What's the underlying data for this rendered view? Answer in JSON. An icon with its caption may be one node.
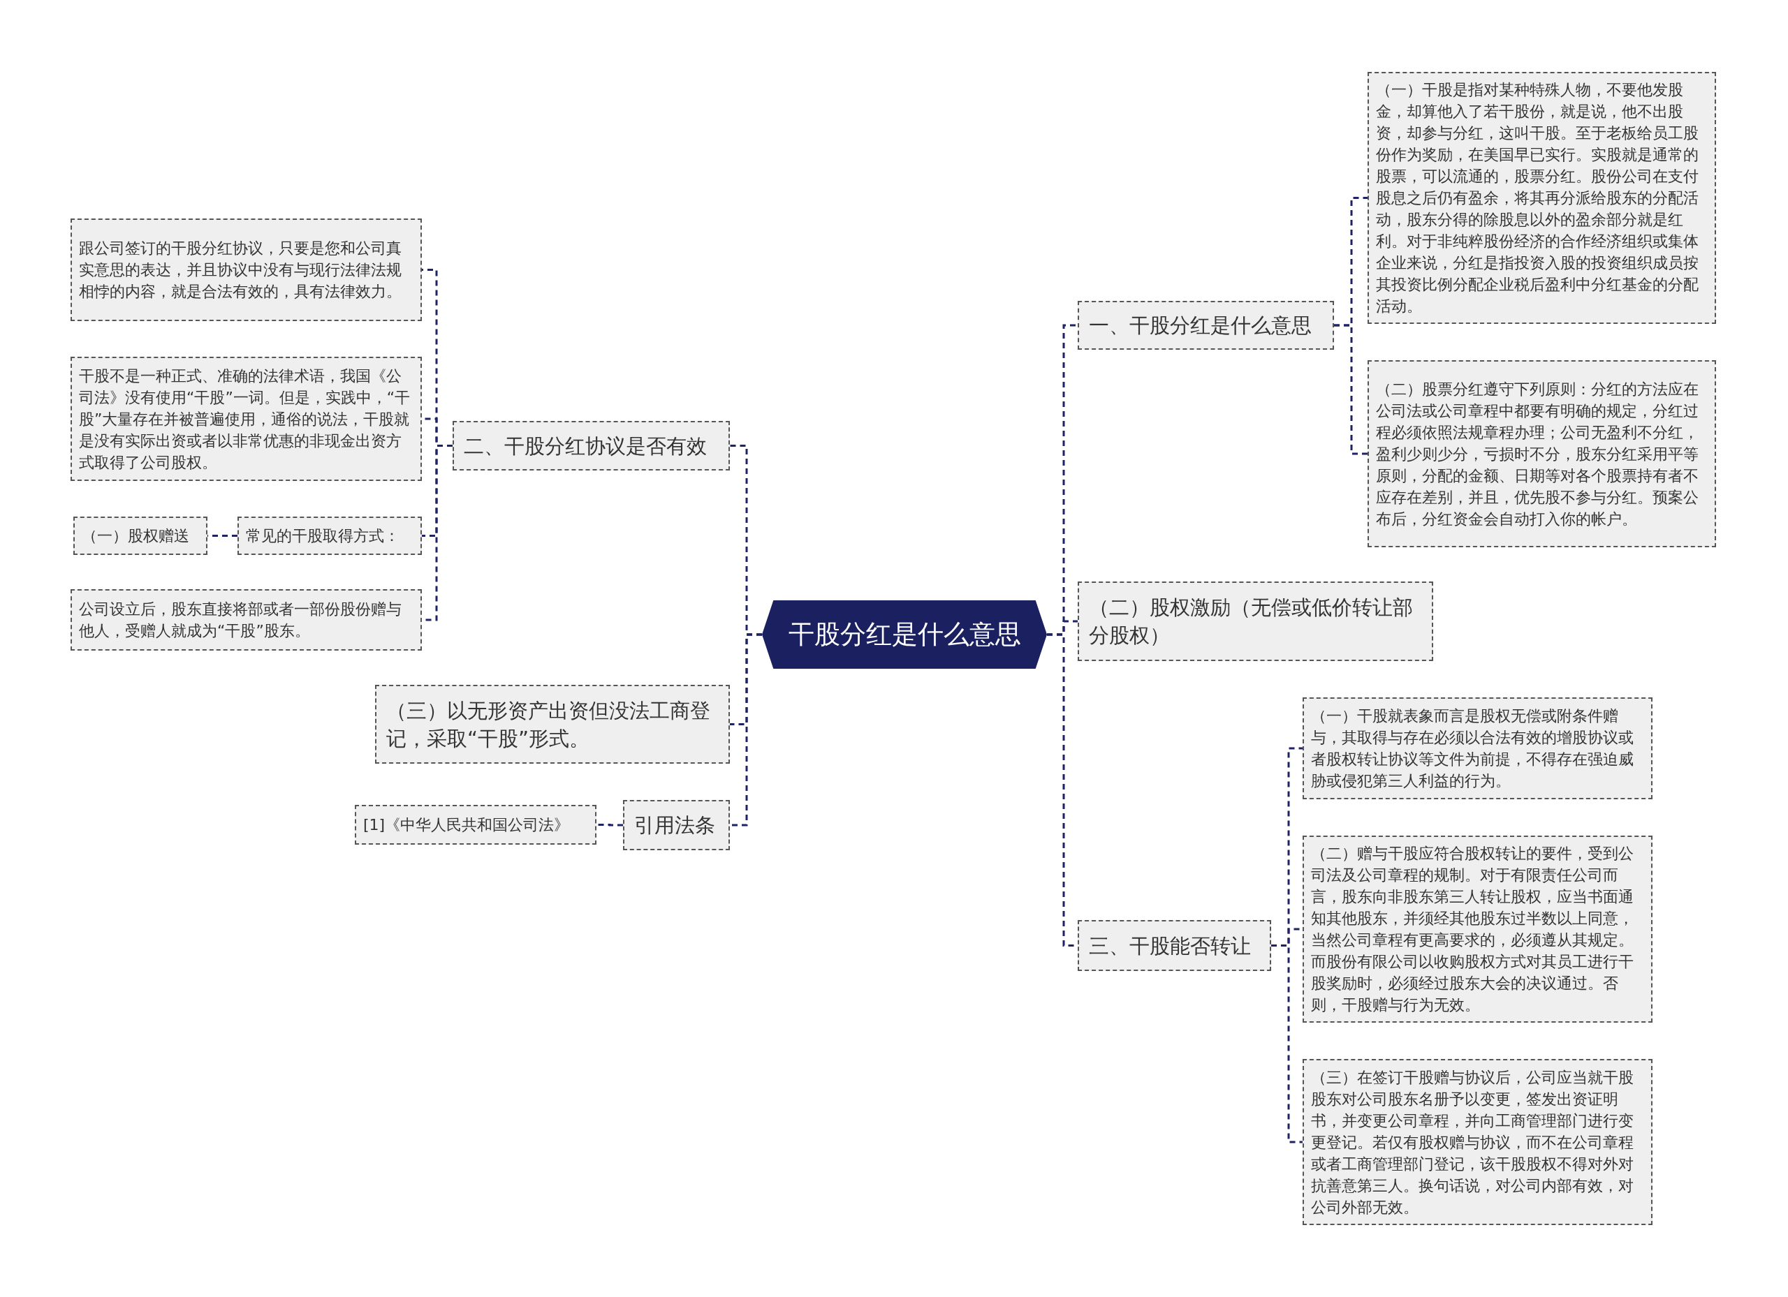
{
  "diagram": {
    "nodes": [
      {
        "text": [
          "干股分红是什么意思"
        ]
      },
      {
        "text": [
          "一、干股分红是什么意思"
        ]
      },
      {
        "text": [
          "（一）干股是指对某种特殊人物，不要他发股金，却算他入了若干股份，就是说，他不出股资，却参与分红，这叫干股。至于老板给员工股份作为奖励，在美国早已实行。实股就是通常的股票，可以流通的，股票分红。股份公司在支付股息之后仍有盈余，将其再分派给股东的分配活动，股东分得的除股息以外的盈余部分就是红利。对于非纯粹股份经济的合作经济组织或集体企业来说，分红是指投资入股的投资组织成员按其投资比例分配企业税后盈利中分红基金的分配活动。"
        ]
      },
      {
        "text": [
          "（二）股票分红遵守下列原则：分红的方法应在公司法或公司章程中都要有明确的规定，分红过程必须依照法规章程办理；公司无盈利不分红，盈利少则少分，亏损时不分，股东分红采用平等原则，分配的金额、日期等对各个股票持有者不应存在差别，并且，优先股不参与分红。预案公布后，分红资金会自动打入你的帐户。"
        ]
      },
      {
        "text": [
          "（二）股权激励（无偿或低价转让部分股权）"
        ]
      },
      {
        "text": [
          "三、干股能否转让"
        ]
      },
      {
        "text": [
          "（一）干股就表象而言是股权无偿或附条件赠与，其取得与存在必须以合法有效的增股协议或者股权转让协议等文件为前提，不得存在强迫威胁或侵犯第三人利益的行为。"
        ]
      },
      {
        "text": [
          "（二）赠与干股应符合股权转让的要件，受到公司法及公司章程的规制。对于有限责任公司而言，股东向非股东第三人转让股权，应当书面通知其他股东，并须经其他股东过半数以上同意，当然公司章程有更高要求的，必须遵从其规定。而股份有限公司以收购股权方式对其员工进行干股奖励时，必须经过股东大会的决议通过。否则，干股赠与行为无效。"
        ]
      },
      {
        "text": [
          "（三）在签订干股赠与协议后，公司应当就干股股东对公司股东名册予以变更，签发出资证明书，并变更公司章程，并向工商管理部门进行变更登记。若仅有股权赠与协议，而不在公司章程或者工商管理部门登记，该干股股权不得对外对抗善意第三人。换句话说，对公司内部有效，对公司外部无效。"
        ]
      },
      {
        "text": [
          "二、干股分红协议是否有效"
        ]
      },
      {
        "text": [
          "跟公司签订的干股分红协议，只要是您和公司真实意思的表达，并且协议中没有与现行法律法规相悖的内容，就是合法有效的，具有法律效力。"
        ]
      },
      {
        "text": [
          "干股不是一种正式、准确的法律术语，我国《公司法》没有使用“干股”一词。但是，实践中，“干股”大量存在并被普遍使用，通俗的说法，干股就是没有实际出资或者以非常优惠的非现金出资方式取得了公司股权。"
        ]
      },
      {
        "text": [
          "常见的干股取得方式："
        ]
      },
      {
        "text": [
          "（一）股权赠送"
        ]
      },
      {
        "text": [
          "公司设立后，股东直接将部或者一部份股份赠与他人，受赠人就成为“干股”股东。"
        ]
      },
      {
        "text": [
          "（三）以无形资产出资但没法工商登记，采取“干股”形式。"
        ]
      },
      {
        "text": [
          "引用法条"
        ]
      },
      {
        "text": [
          "[1]《中华人民共和国公司法》"
        ]
      }
    ],
    "edges": [
      {
        "from": 0,
        "to": 1,
        "arrow": "none"
      },
      {
        "from": 1,
        "to": 2,
        "arrow": "none"
      },
      {
        "from": 1,
        "to": 3,
        "arrow": "none"
      },
      {
        "from": 0,
        "to": 4,
        "arrow": "none"
      },
      {
        "from": 0,
        "to": 5,
        "arrow": "none"
      },
      {
        "from": 5,
        "to": 6,
        "arrow": "none"
      },
      {
        "from": 5,
        "to": 7,
        "arrow": "none"
      },
      {
        "from": 5,
        "to": 8,
        "arrow": "none"
      },
      {
        "from": 0,
        "to": 9,
        "arrow": "none"
      },
      {
        "from": 9,
        "to": 10,
        "arrow": "none"
      },
      {
        "from": 9,
        "to": 11,
        "arrow": "none"
      },
      {
        "from": 9,
        "to": 12,
        "arrow": "none"
      },
      {
        "from": 12,
        "to": 13,
        "arrow": "none"
      },
      {
        "from": 9,
        "to": 14,
        "arrow": "none"
      },
      {
        "from": 0,
        "to": 15,
        "arrow": "none"
      },
      {
        "from": 0,
        "to": 16,
        "arrow": "none"
      },
      {
        "from": 16,
        "to": 17,
        "arrow": "none"
      }
    ]
  }
}
